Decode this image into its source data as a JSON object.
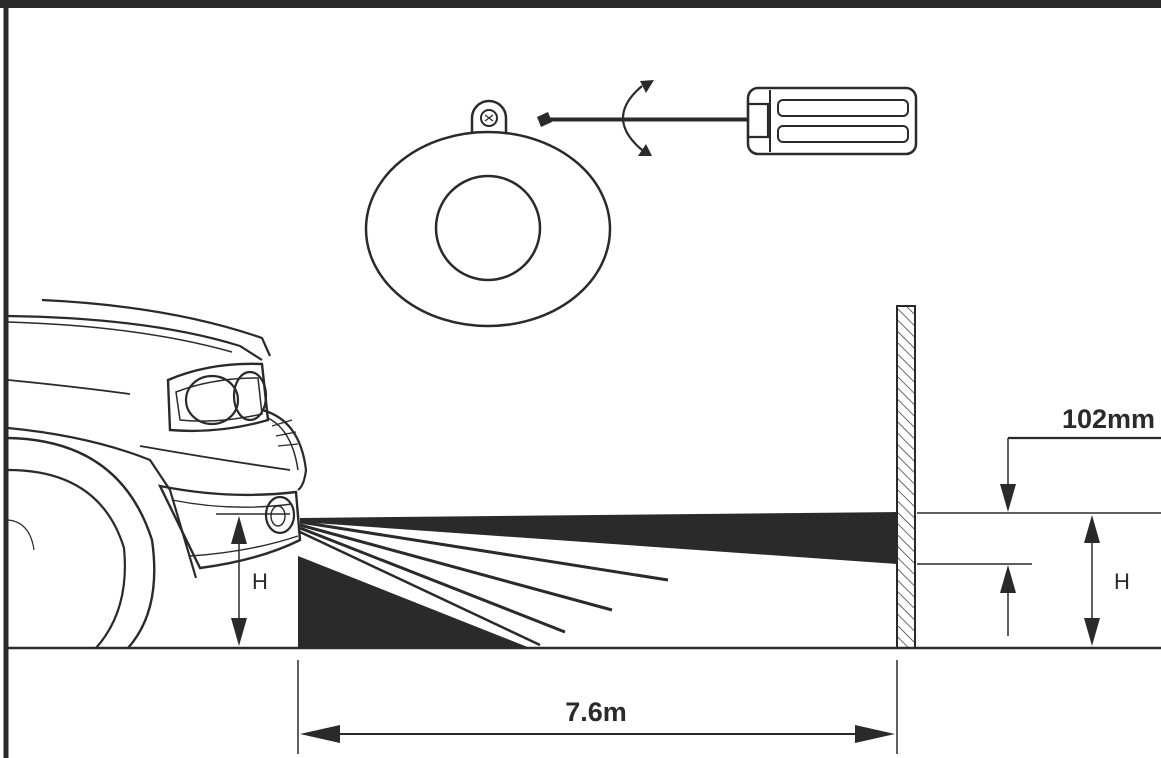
{
  "diagram": {
    "labels": {
      "offset": "102mm",
      "distance": "7.6m",
      "height_left": "H",
      "height_right": "H"
    },
    "icons": {
      "headlamp": "headlamp-icon",
      "screwdriver": "screwdriver-icon",
      "rotate_arrow": "rotate-arrow-icon",
      "car": "car-front-icon",
      "wall": "hatched-wall-icon"
    },
    "colors": {
      "ink": "#2a2a2a",
      "background": "#ffffff"
    }
  }
}
